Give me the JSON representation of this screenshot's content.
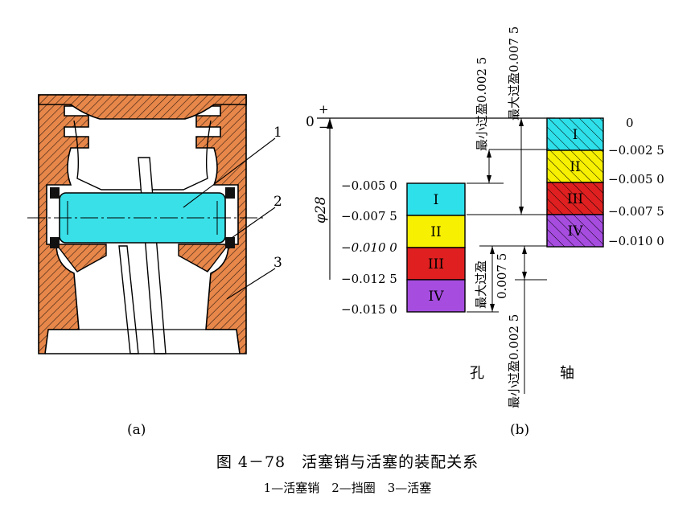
{
  "figure": {
    "title": "图 4－78　活塞销与活塞的装配关系",
    "legend": "1—活塞销　2—挡圈　3—活塞"
  },
  "panel_a": {
    "label": "(a)",
    "callouts": [
      "1",
      "2",
      "3"
    ],
    "colors": {
      "piston": "#e8874a",
      "pin": "#39e0e8",
      "circlip": "#111111"
    }
  },
  "panel_b": {
    "label": "(b)",
    "diameter": "φ28",
    "zero_plus": "+",
    "zero_zero": "0",
    "zero_minus": "−",
    "hole_label": "孔",
    "shaft_label": "轴",
    "hole_ticks": [
      "−0.005 0",
      "−0.007 5",
      "−0.010 0",
      "−0.012 5",
      "−0.015 0"
    ],
    "shaft_ticks": [
      "0",
      "−0.002 5",
      "−0.005 0",
      "−0.007 5",
      "−0.010 0"
    ],
    "hole_groups": [
      {
        "label": "I",
        "color": "#2ee0ea"
      },
      {
        "label": "II",
        "color": "#f7f000"
      },
      {
        "label": "III",
        "color": "#e02020"
      },
      {
        "label": "IV",
        "color": "#a64de0"
      }
    ],
    "shaft_groups": [
      {
        "label": "I",
        "color": "#2ee0ea"
      },
      {
        "label": "II",
        "color": "#f7f000"
      },
      {
        "label": "III",
        "color": "#e02020"
      },
      {
        "label": "IV",
        "color": "#a64de0"
      }
    ],
    "dims": {
      "min_interference_top": "最小过盈0.002 5",
      "max_interference_top": "最大过盈0.007 5",
      "max_interference_mid": "最大过盈",
      "max_interference_mid_value": "0.007 5",
      "min_interference_bottom": "最小过盈0.002 5"
    }
  }
}
